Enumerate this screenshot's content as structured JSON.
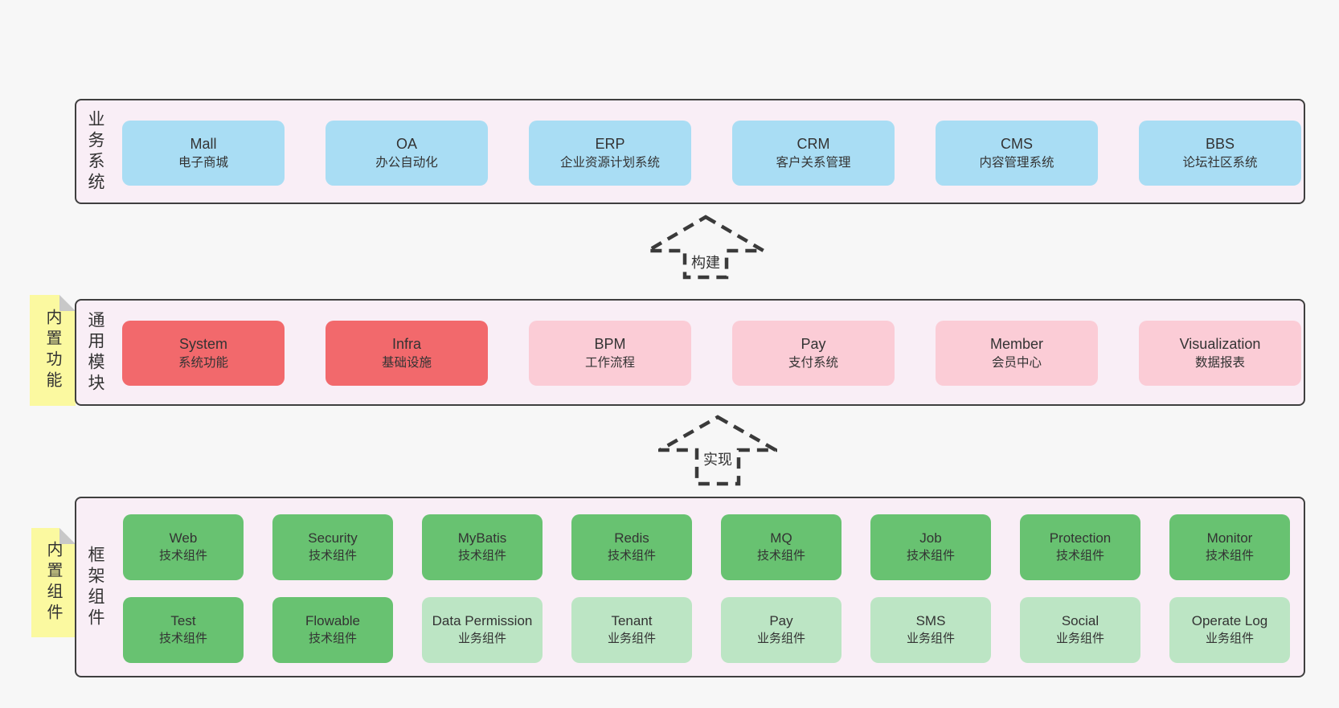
{
  "colors": {
    "page_bg": "#f7f7f7",
    "band_bg": "#f9eef6",
    "band_border": "#3f3f3f",
    "blue_box": "#a9ddf4",
    "red_box": "#f2696c",
    "pink_box": "#fbccd6",
    "green_box": "#68c271",
    "green_light_box": "#bce5c4",
    "sticky_yellow": "#fbf9a0",
    "sticky_fold_gray": "#c8c8c8",
    "text": "#333333"
  },
  "sections": {
    "business": {
      "label": "业务系统",
      "items": [
        {
          "name": "Mall",
          "subtitle": "电子商城",
          "variant": "blue"
        },
        {
          "name": "OA",
          "subtitle": "办公自动化",
          "variant": "blue"
        },
        {
          "name": "ERP",
          "subtitle": "企业资源计划系统",
          "variant": "blue"
        },
        {
          "name": "CRM",
          "subtitle": "客户关系管理",
          "variant": "blue"
        },
        {
          "name": "CMS",
          "subtitle": "内容管理系统",
          "variant": "blue"
        },
        {
          "name": "BBS",
          "subtitle": "论坛社区系统",
          "variant": "blue"
        }
      ]
    },
    "arrow_build": {
      "label": "构建"
    },
    "common": {
      "label": "通用模块",
      "sticky": "内置功能",
      "items": [
        {
          "name": "System",
          "subtitle": "系统功能",
          "variant": "red"
        },
        {
          "name": "Infra",
          "subtitle": "基础设施",
          "variant": "red"
        },
        {
          "name": "BPM",
          "subtitle": "工作流程",
          "variant": "pink"
        },
        {
          "name": "Pay",
          "subtitle": "支付系统",
          "variant": "pink"
        },
        {
          "name": "Member",
          "subtitle": "会员中心",
          "variant": "pink"
        },
        {
          "name": "Visualization",
          "subtitle": "数据报表",
          "variant": "pink"
        }
      ]
    },
    "arrow_implement": {
      "label": "实现"
    },
    "framework": {
      "label": "框架组件",
      "sticky": "内置组件",
      "row1": [
        {
          "name": "Web",
          "subtitle": "技术组件",
          "variant": "green"
        },
        {
          "name": "Security",
          "subtitle": "技术组件",
          "variant": "green"
        },
        {
          "name": "MyBatis",
          "subtitle": "技术组件",
          "variant": "green"
        },
        {
          "name": "Redis",
          "subtitle": "技术组件",
          "variant": "green"
        },
        {
          "name": "MQ",
          "subtitle": "技术组件",
          "variant": "green"
        },
        {
          "name": "Job",
          "subtitle": "技术组件",
          "variant": "green"
        },
        {
          "name": "Protection",
          "subtitle": "技术组件",
          "variant": "green"
        },
        {
          "name": "Monitor",
          "subtitle": "技术组件",
          "variant": "green"
        }
      ],
      "row2": [
        {
          "name": "Test",
          "subtitle": "技术组件",
          "variant": "green"
        },
        {
          "name": "Flowable",
          "subtitle": "技术组件",
          "variant": "green"
        },
        {
          "name": "Data Permission",
          "subtitle": "业务组件",
          "variant": "green-light"
        },
        {
          "name": "Tenant",
          "subtitle": "业务组件",
          "variant": "green-light"
        },
        {
          "name": "Pay",
          "subtitle": "业务组件",
          "variant": "green-light"
        },
        {
          "name": "SMS",
          "subtitle": "业务组件",
          "variant": "green-light"
        },
        {
          "name": "Social",
          "subtitle": "业务组件",
          "variant": "green-light"
        },
        {
          "name": "Operate Log",
          "subtitle": "业务组件",
          "variant": "green-light"
        }
      ]
    }
  }
}
